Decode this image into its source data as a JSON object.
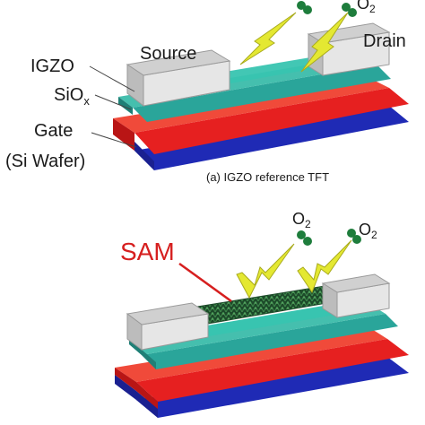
{
  "top_panel": {
    "labels": {
      "source": "Source",
      "drain": "Drain",
      "igzo": "IGZO",
      "siox_base": "SiO",
      "siox_sub": "x",
      "gate": "Gate",
      "gate_material": "(Si Wafer)"
    },
    "gas": {
      "base": "O",
      "sub": "2"
    },
    "caption": "(a) IGZO reference TFT"
  },
  "bottom_panel": {
    "labels": {
      "sam": "SAM"
    },
    "gas_left": {
      "base": "O",
      "sub": "2"
    },
    "gas_right": {
      "base": "O",
      "sub": "2"
    }
  },
  "colors": {
    "substrate_red": "#e62020",
    "substrate_blue": "#1f2ab5",
    "oxide_teal": "#2aa59a",
    "igzo_channel": "#38c4b0",
    "electrode_gray": "#d4d4d4",
    "arrow_yellow": "#e4e832",
    "oxygen_green": "#1e7d3c",
    "sam_red": "#d61f1f"
  }
}
